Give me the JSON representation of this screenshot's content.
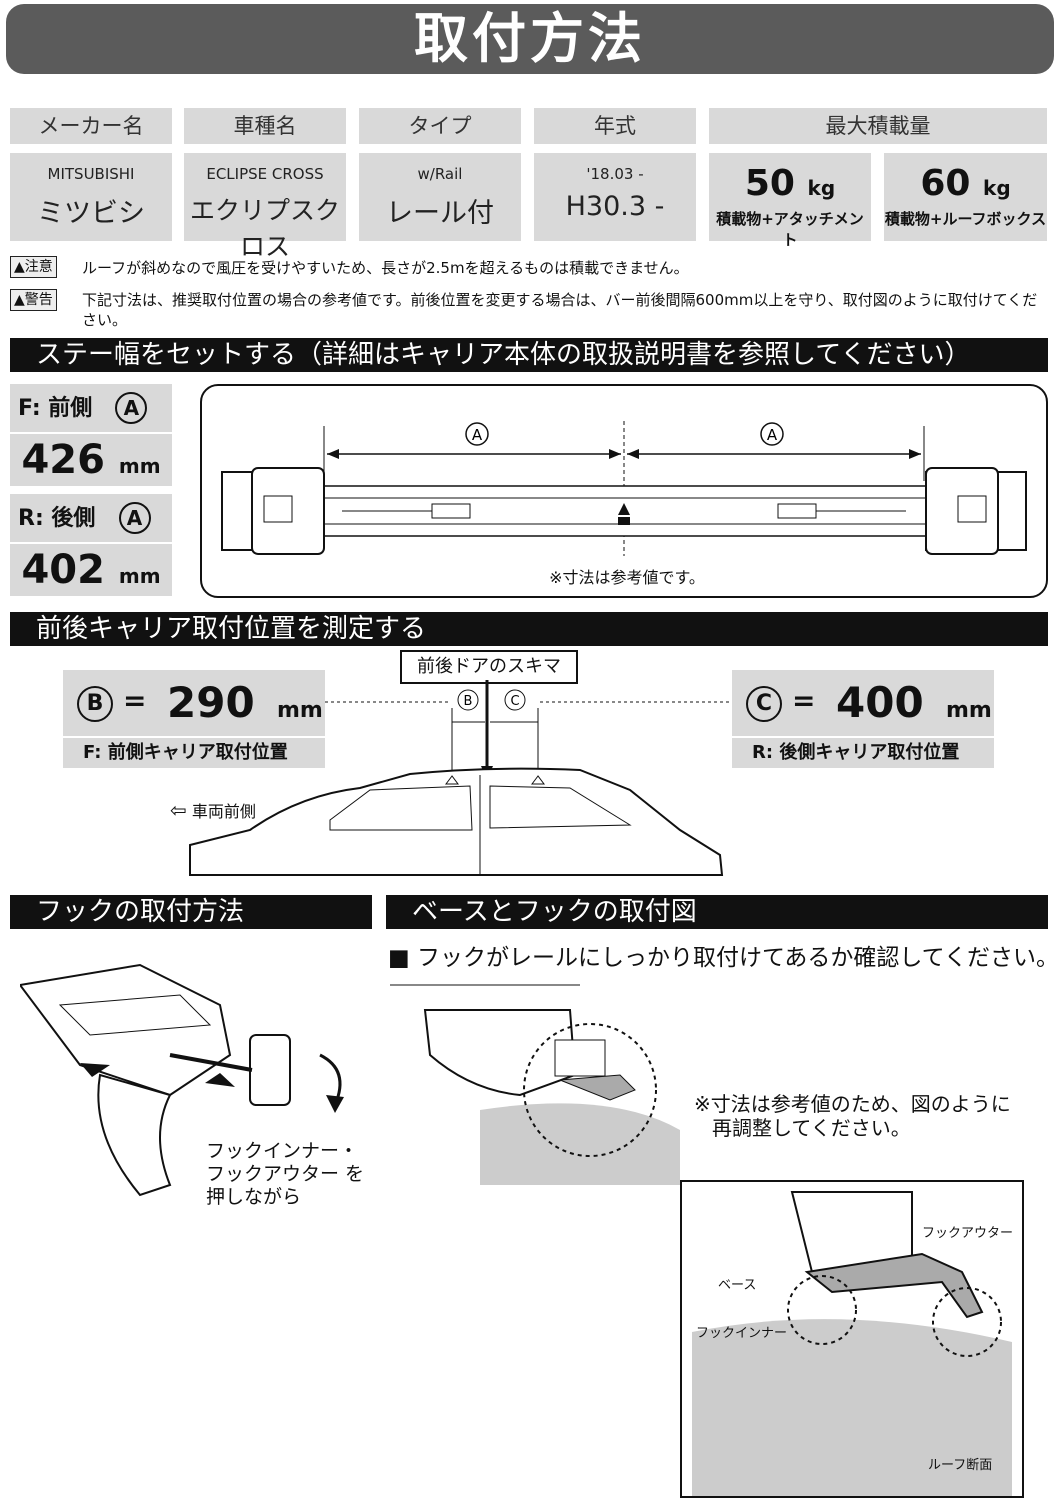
{
  "title": "取付方法",
  "spec_table": {
    "headers": [
      "メーカー名",
      "車種名",
      "タイプ",
      "年式",
      "最大積載量"
    ],
    "maker": {
      "sub": "MITSUBISHI",
      "main": "ミツビシ"
    },
    "model": {
      "sub": "ECLIPSE CROSS",
      "main": "エクリプスクロス"
    },
    "type": {
      "sub": "w/Rail",
      "main": "レール付"
    },
    "year": {
      "sub": "'18.03 -",
      "main": "H30.3 -"
    },
    "load1": {
      "value": "50",
      "unit": "kg",
      "caption": "積載物+アタッチメント"
    },
    "load2": {
      "value": "60",
      "unit": "kg",
      "caption": "積載物+ルーフボックス"
    }
  },
  "notes": [
    {
      "badge": "注意",
      "text": "ルーフが斜めなので風圧を受けやすいため、長さが2.5mを超えるものは積載できません。"
    },
    {
      "badge": "警告",
      "text": "下記寸法は、推奨取付位置の場合の参考値です。前後位置を変更する場合は、バー前後間隔600mm以上を守り、取付図のように取付けてください。"
    }
  ],
  "stay_section": {
    "heading": "ステー幅をセットする（詳細はキャリア本体の取扱説明書を参照してください）",
    "front_label": "F: 前側",
    "front_value": "426",
    "rear_label": "R: 後側",
    "rear_value": "402",
    "unit": "mm",
    "marker": "A",
    "diagram_note": "※寸法は参考値です。"
  },
  "position_section": {
    "heading": "前後キャリア取付位置を測定する",
    "door_gap_label": "前後ドアのスキマ",
    "b_value": "290",
    "c_value": "400",
    "unit": "mm",
    "b_caption": "F: 前側キャリア取付位置",
    "c_caption": "R: 後側キャリア取付位置",
    "marker_b": "B",
    "marker_c": "C",
    "equals": "=",
    "direction_label": "車両前側"
  },
  "hook_section": {
    "heading": "フックの取付方法",
    "instruction": [
      "フックインナー・",
      "フックアウター を",
      "押しながら"
    ]
  },
  "base_section": {
    "heading": "ベースとフックの取付図",
    "check_text": "■ フックがレールにしっかり取付けてあるか確認してください。",
    "ref_note": [
      "※寸法は参考値のため、図のように",
      "再調整してください。"
    ],
    "labels": {
      "hook_outer": "フックアウター",
      "base": "ベース",
      "hook_inner": "フックインナー",
      "roof_section": "ルーフ断面"
    }
  }
}
